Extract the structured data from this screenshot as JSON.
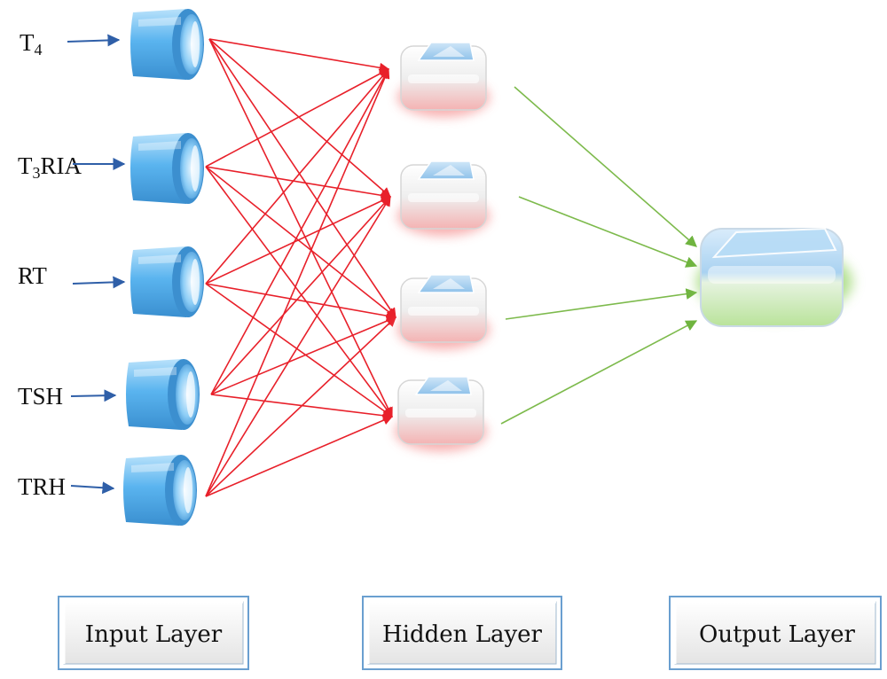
{
  "inputs": [
    {
      "main": "T",
      "sub": "4",
      "rest": ""
    },
    {
      "main": "T",
      "sub": "3",
      "rest": "RIA"
    },
    {
      "main": "RT",
      "sub": "",
      "rest": ""
    },
    {
      "main": "TSH",
      "sub": "",
      "rest": ""
    },
    {
      "main": "TRH",
      "sub": "",
      "rest": ""
    }
  ],
  "layers": {
    "input_label": "Input Layer",
    "hidden_label": "Hidden Layer",
    "output_label": "Output Layer"
  },
  "colors": {
    "input_node": "#5ab4ef",
    "input_arrow": "#2f5fa8",
    "hidden_edge": "#e8202a",
    "output_edge": "#7dba4c",
    "output_glow": "#9ed873",
    "hidden_glow": "#f6a3a3",
    "layer_box_border": "#6a9fd0"
  },
  "counts": {
    "input_nodes": 5,
    "hidden_nodes": 4,
    "output_nodes": 1
  }
}
